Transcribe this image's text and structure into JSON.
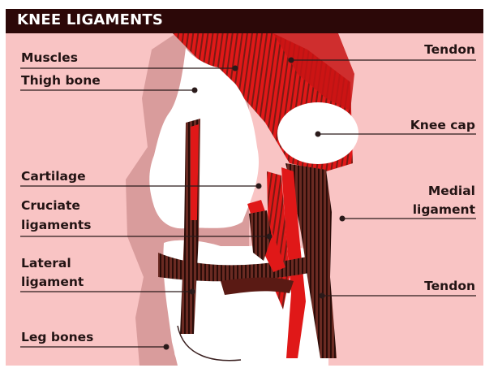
{
  "title": "KNEE LIGAMENTS",
  "labels": {
    "muscles": "Muscles",
    "thigh_bone": "Thigh bone",
    "cartilage": "Cartilage",
    "cruciate_1": "Cruciate",
    "cruciate_2": "ligaments",
    "lateral_1": "Lateral",
    "lateral_2": "ligament",
    "leg_bones": "Leg bones",
    "tendon_top": "Tendon",
    "knee_cap": "Knee cap",
    "medial_1": "Medial",
    "medial_2": "ligament",
    "tendon_bottom": "Tendon"
  },
  "colors": {
    "title_bar": "#2c0808",
    "background": "#f9c4c4",
    "shadow": "#d99c9c",
    "muscle_red": "#e01818",
    "muscle_dark": "#5a1a14",
    "bone": "#ffffff",
    "leader_line": "#2a1a1a"
  }
}
